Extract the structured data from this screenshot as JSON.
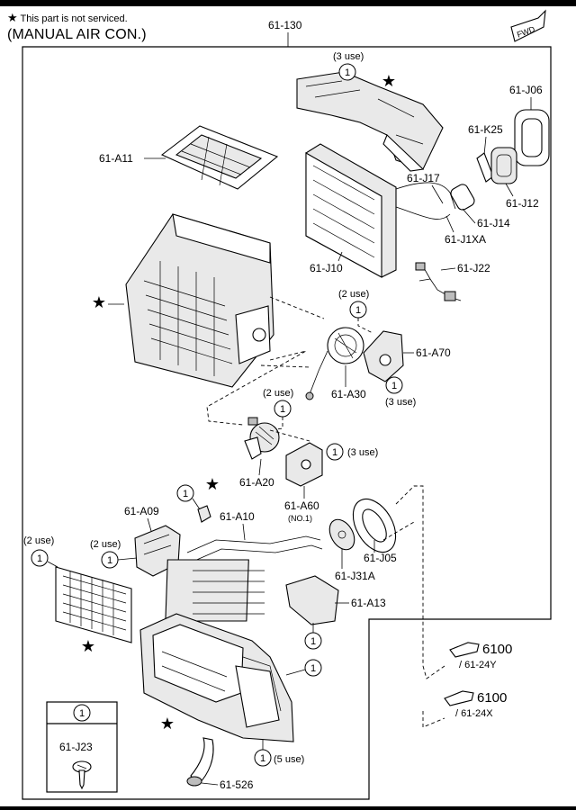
{
  "header": {
    "star_glyph": "★",
    "notice": "This part is not serviced.",
    "title": "(MANUAL AIR CON.)"
  },
  "fwd_badge": "FWD",
  "assembly_ref": "61-130",
  "callout_symbol": "1",
  "use_notes": {
    "duct_3use": "(3 use)",
    "a70_2use": "(2 use)",
    "a70_3use": "(3 use)",
    "a20_2use": "(2 use)",
    "a60_3use": "(3 use)",
    "left_2use": "(2 use)",
    "a09_2use": "(2 use)",
    "case_5use": "(5 use)"
  },
  "parts": {
    "j06": "61-J06",
    "k25": "61-K25",
    "a11": "61-A11",
    "j17": "61-J17",
    "j12": "61-J12",
    "j14": "61-J14",
    "j1xa": "61-J1XA",
    "j10": "61-J10",
    "j22": "61-J22",
    "a70": "61-A70",
    "a30": "61-A30",
    "a20": "61-A20",
    "a60": "61-A60",
    "a60_note": "(NO.1)",
    "a09": "61-A09",
    "a10": "61-A10",
    "j05": "61-J05",
    "j31a": "61-J31A",
    "a13": "61-A13",
    "p526": "61-526"
  },
  "legend": {
    "symbol": "1",
    "part": "61-J23"
  },
  "refs": [
    {
      "code": "6100",
      "sub": "/ 61-24Y"
    },
    {
      "code": "6100",
      "sub": "/ 61-24X"
    }
  ]
}
